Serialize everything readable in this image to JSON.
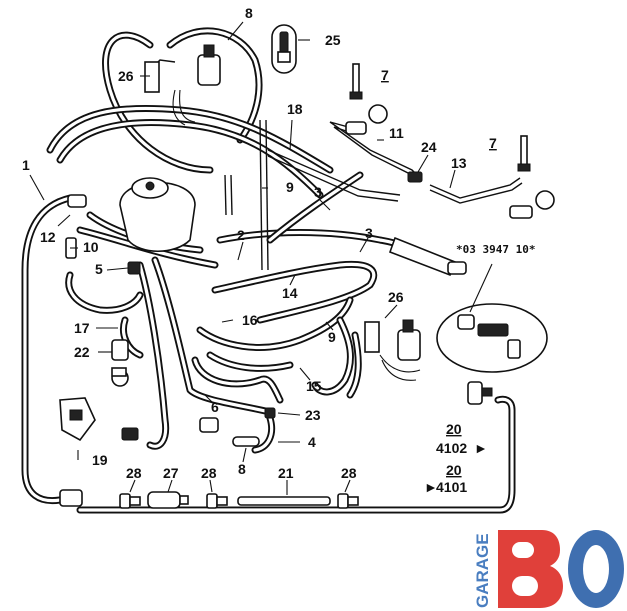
{
  "diagram": {
    "part_numbers": {
      "p1": "1",
      "p2": "2",
      "p3a": "3",
      "p3b": "3",
      "p4": "4",
      "p5": "5",
      "p6": "6",
      "p7a": "7",
      "p7b": "7",
      "p8a": "8",
      "p8b": "8",
      "p9a": "9",
      "p9b": "9",
      "p10": "10",
      "p11": "11",
      "p12": "12",
      "p13": "13",
      "p14": "14",
      "p15": "15",
      "p16": "16",
      "p17": "17",
      "p18": "18",
      "p19": "19",
      "p20a": "20",
      "p20b": "20",
      "p21": "21",
      "p22": "22",
      "p23": "23",
      "p24": "24",
      "p25": "25",
      "p26a": "26",
      "p26b": "26",
      "p27": "27",
      "p28a": "28",
      "p28b": "28",
      "p28c": "28"
    },
    "ref_code": "*03 3947 10*",
    "variant_a": "4102",
    "variant_b": "4101",
    "arrow_right": "►"
  },
  "logo": {
    "word": "GARAGE",
    "number": "80",
    "colors": {
      "word": "#4a7ec0",
      "eight": "#e0403a",
      "zero": "#3f6fb0"
    }
  }
}
